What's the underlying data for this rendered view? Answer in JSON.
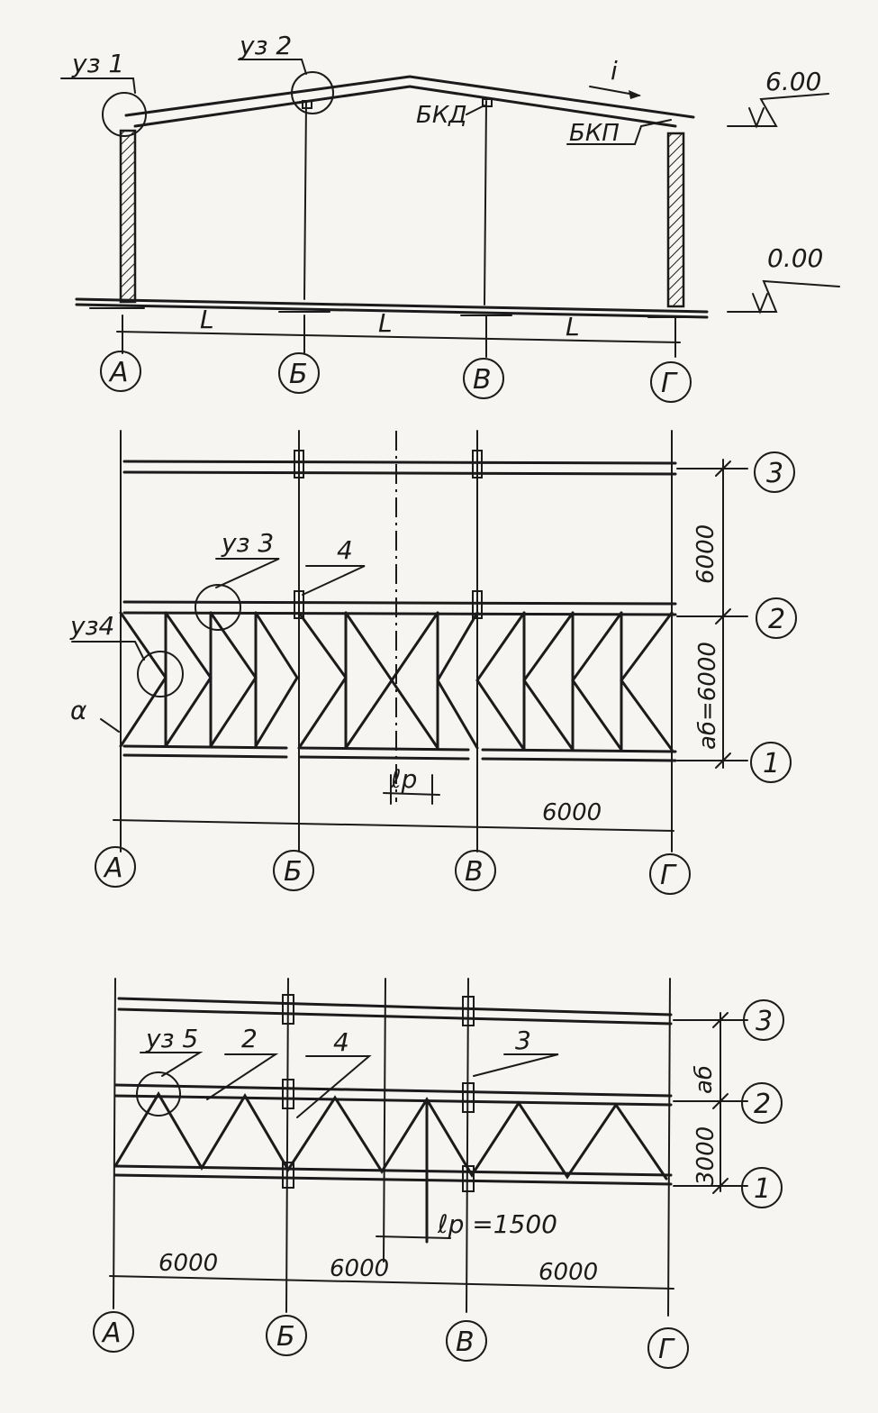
{
  "section": {
    "node1_label": "уз 1",
    "node2_label": "уз 2",
    "ridge_brace_label": "БКД",
    "eave_brace_label": "БКП",
    "slope_label": "i",
    "top_level": "6.00",
    "ground_level": "0.00",
    "span_labels": [
      "L",
      "L",
      "L"
    ],
    "axes": [
      "А",
      "Б",
      "В",
      "Г"
    ]
  },
  "plan_roof": {
    "node3_label": "уз 3",
    "node4_label": "уз4",
    "item4_label": "4",
    "alpha_label": "α",
    "lp_label": "ℓр",
    "dim_6000": "6000",
    "dim_ab_6000": "аб=6000",
    "dim_span": "6000",
    "row_axes": [
      "3",
      "2",
      "1"
    ],
    "axes": [
      "А",
      "Б",
      "В",
      "Г"
    ]
  },
  "plan_bottom": {
    "node5_label": "уз 5",
    "item2_label": "2",
    "item4_label": "4",
    "item3_label": "3",
    "dim_ab": "аб",
    "dim_3000": "3000",
    "lp_label": "ℓр =1500",
    "span_dims": [
      "6000",
      "6000",
      "6000"
    ],
    "row_axes": [
      "3",
      "2",
      "1"
    ],
    "axes": [
      "А",
      "Б",
      "В",
      "Г"
    ]
  }
}
